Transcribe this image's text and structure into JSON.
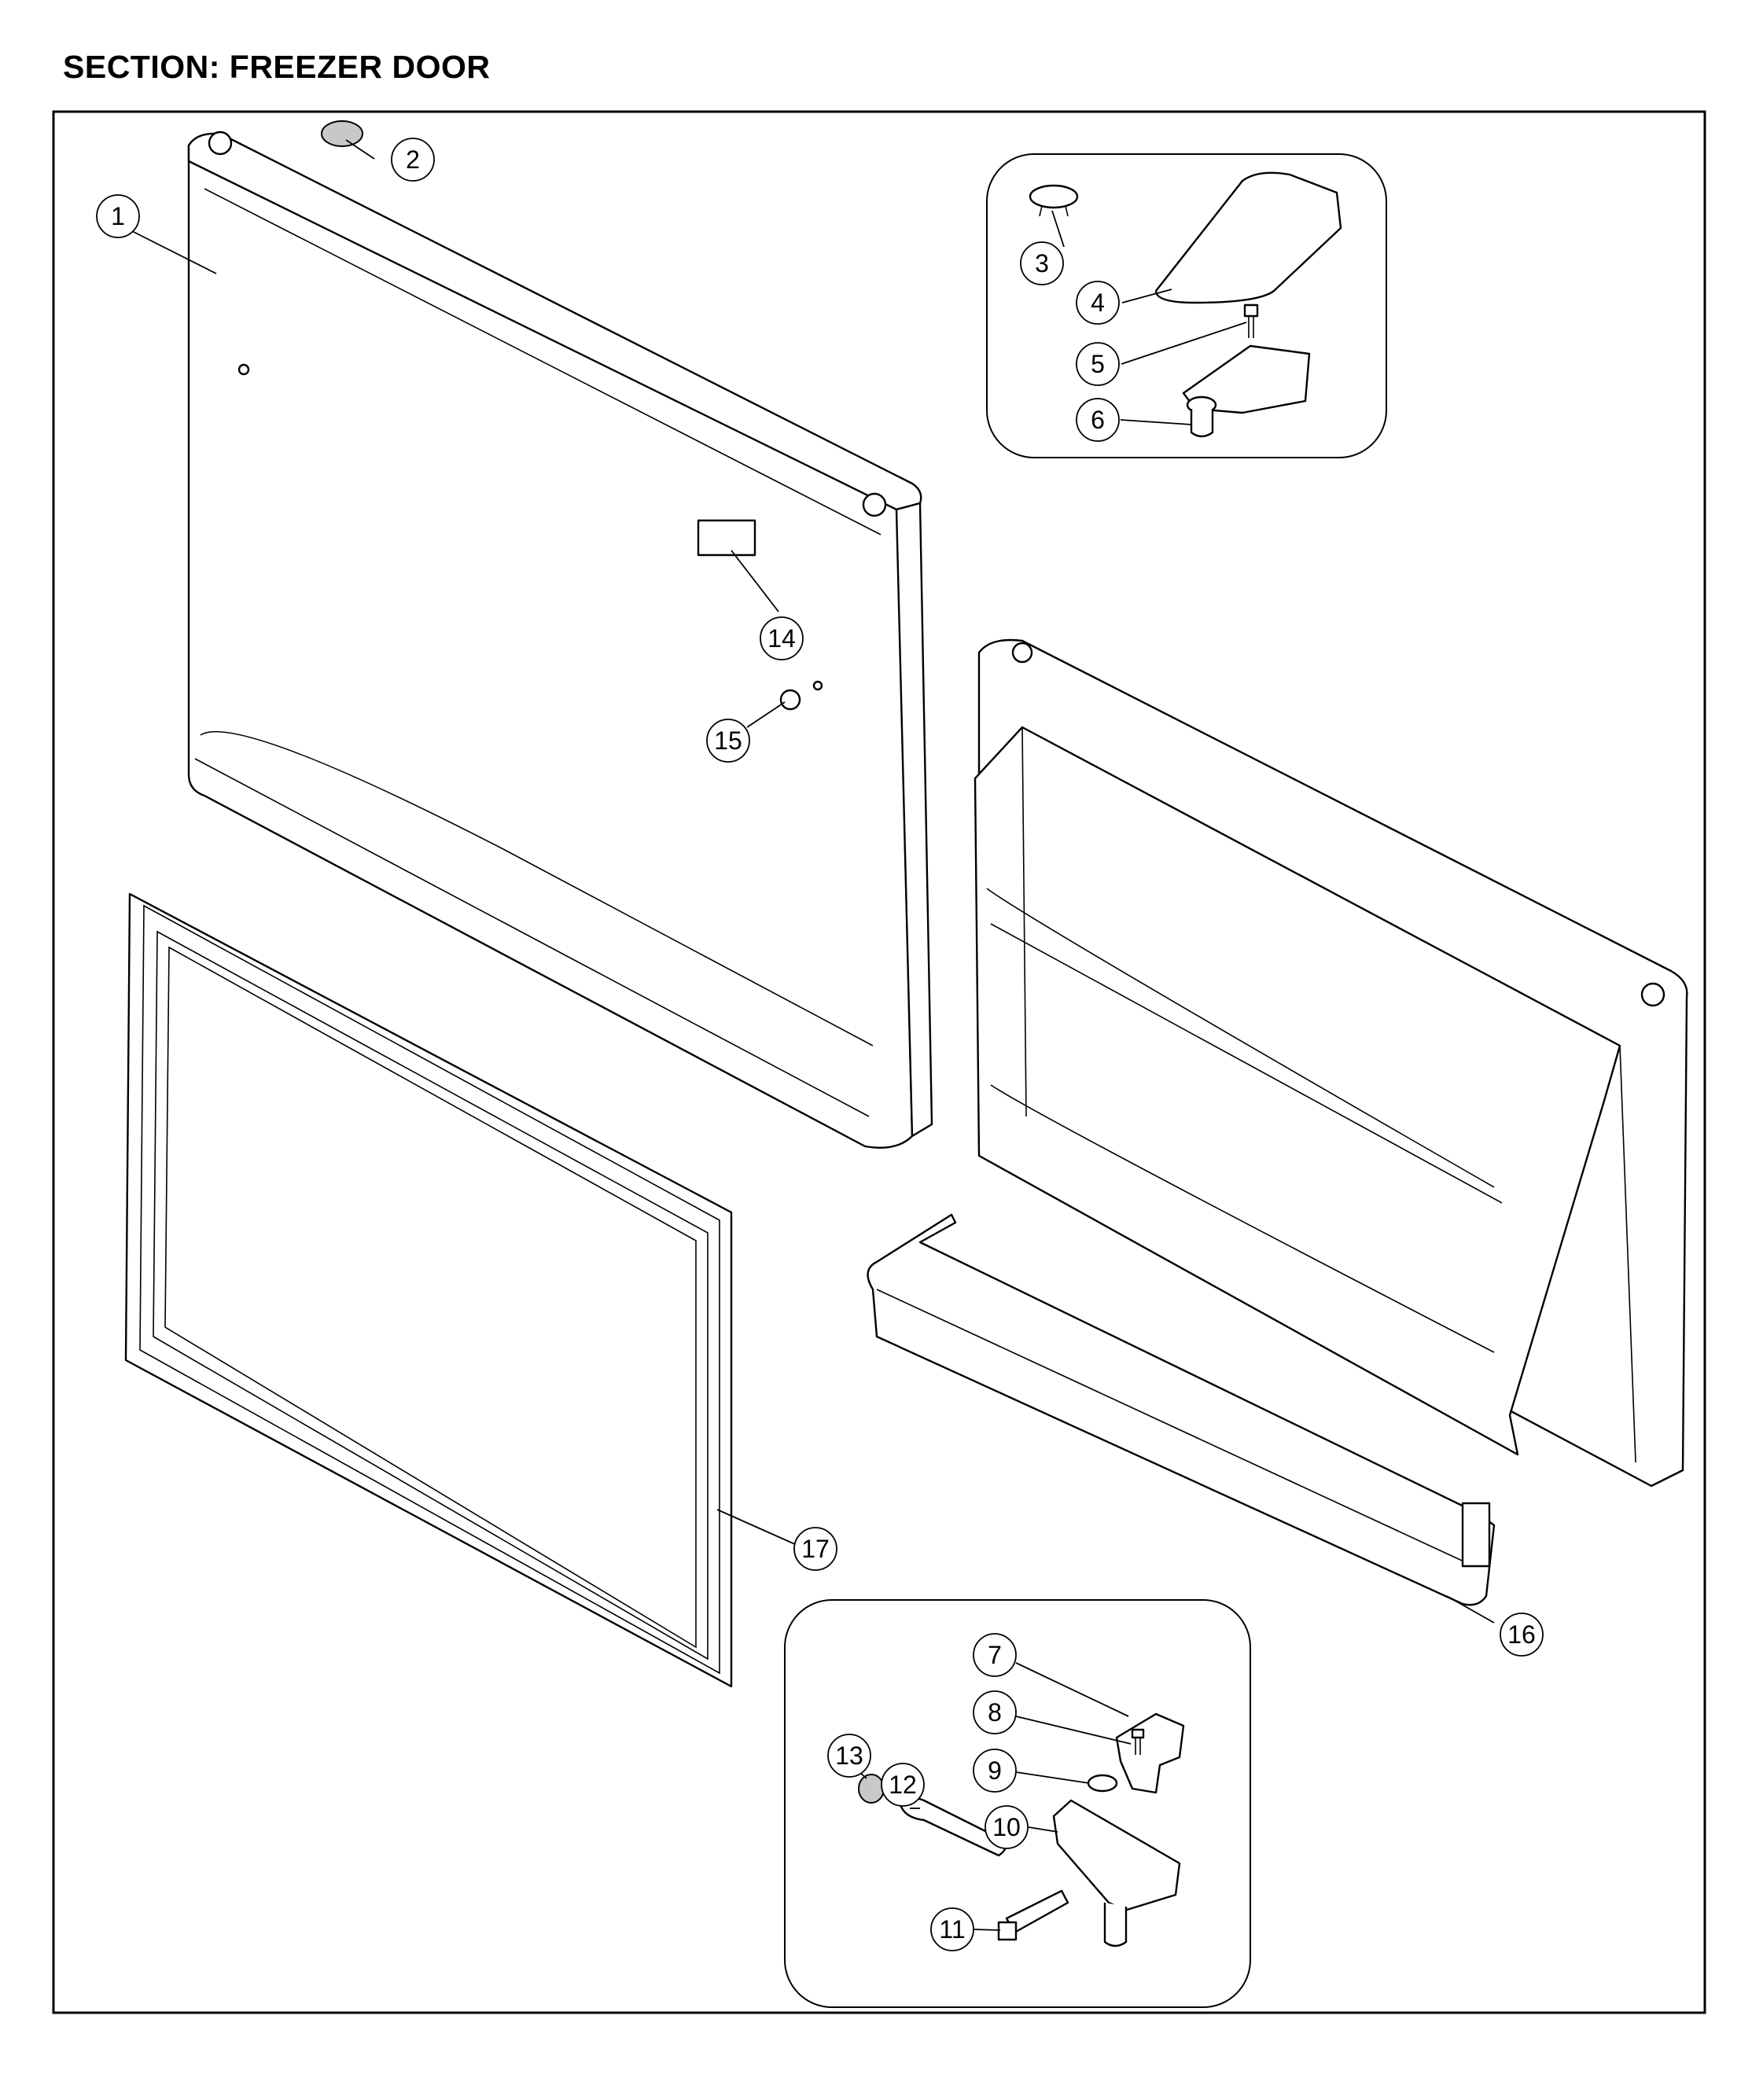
{
  "section_title": "SECTION: FREEZER DOOR",
  "callouts": [
    {
      "id": "c1",
      "label": "1"
    },
    {
      "id": "c2",
      "label": "2"
    },
    {
      "id": "c3",
      "label": "3"
    },
    {
      "id": "c4",
      "label": "4"
    },
    {
      "id": "c5",
      "label": "5"
    },
    {
      "id": "c6",
      "label": "6"
    },
    {
      "id": "c7",
      "label": "7"
    },
    {
      "id": "c8",
      "label": "8"
    },
    {
      "id": "c9",
      "label": "9"
    },
    {
      "id": "c10",
      "label": "10"
    },
    {
      "id": "c11",
      "label": "11"
    },
    {
      "id": "c12",
      "label": "12"
    },
    {
      "id": "c13",
      "label": "13"
    },
    {
      "id": "c14",
      "label": "14"
    },
    {
      "id": "c15",
      "label": "15"
    },
    {
      "id": "c16",
      "label": "16"
    },
    {
      "id": "c17",
      "label": "17"
    }
  ]
}
